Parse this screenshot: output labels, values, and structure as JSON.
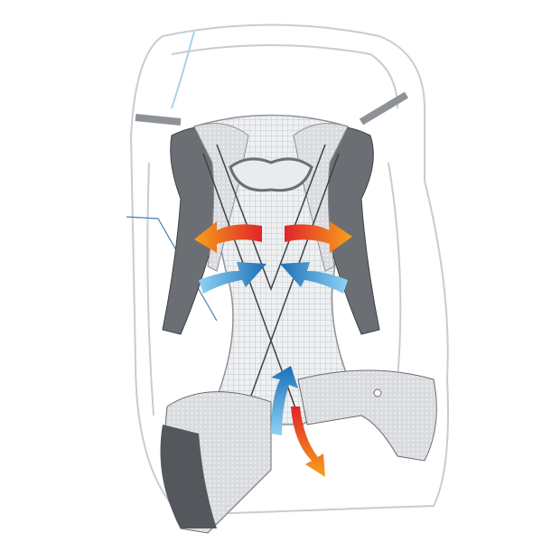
{
  "illustration": {
    "colors": {
      "outline": "#c9ccd0",
      "strap_dark": "#6b6e72",
      "strap_light": "#b9bcc0",
      "mesh": "#e4e6e8",
      "warm_arrow_start": "#f7a21b",
      "warm_arrow_end": "#e0242a",
      "cool_arrow_start": "#8fd3f4",
      "cool_arrow_end": "#1c6fb7"
    },
    "icons": [
      "backpack-outline",
      "shoulder-strap-left",
      "shoulder-strap-right",
      "back-panel-mesh",
      "hip-belt",
      "warm-air-arrow",
      "cool-air-arrow"
    ]
  }
}
